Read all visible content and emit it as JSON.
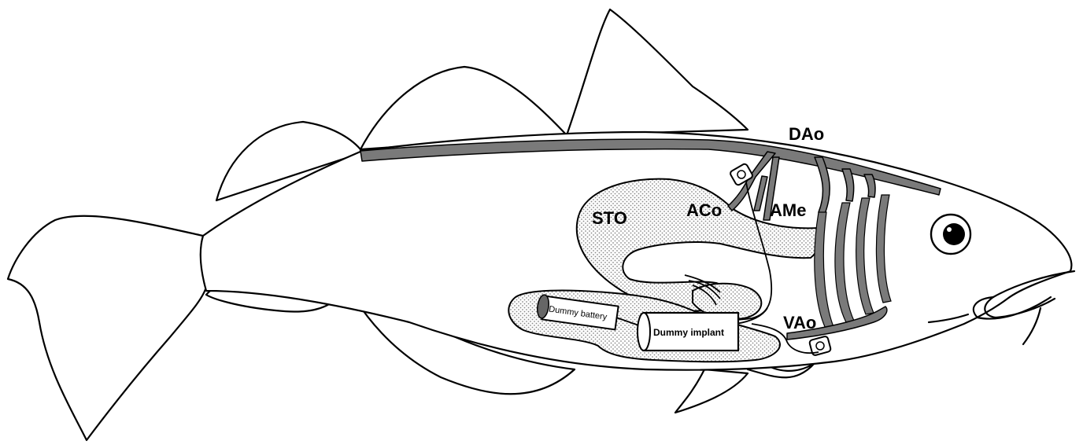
{
  "labels": {
    "dorsal_aorta": "DAo",
    "stomach": "STO",
    "coeliac_artery": "ACo",
    "mesenteric_artery": "AMe",
    "ventral_aorta": "VAo",
    "implant": "Dummy implant",
    "battery": "Dummy battery"
  },
  "colors": {
    "outline": "#000000",
    "vessel_fill": "#7a7a7a",
    "organ_dots": "#9a9a9a",
    "background": "#ffffff"
  }
}
